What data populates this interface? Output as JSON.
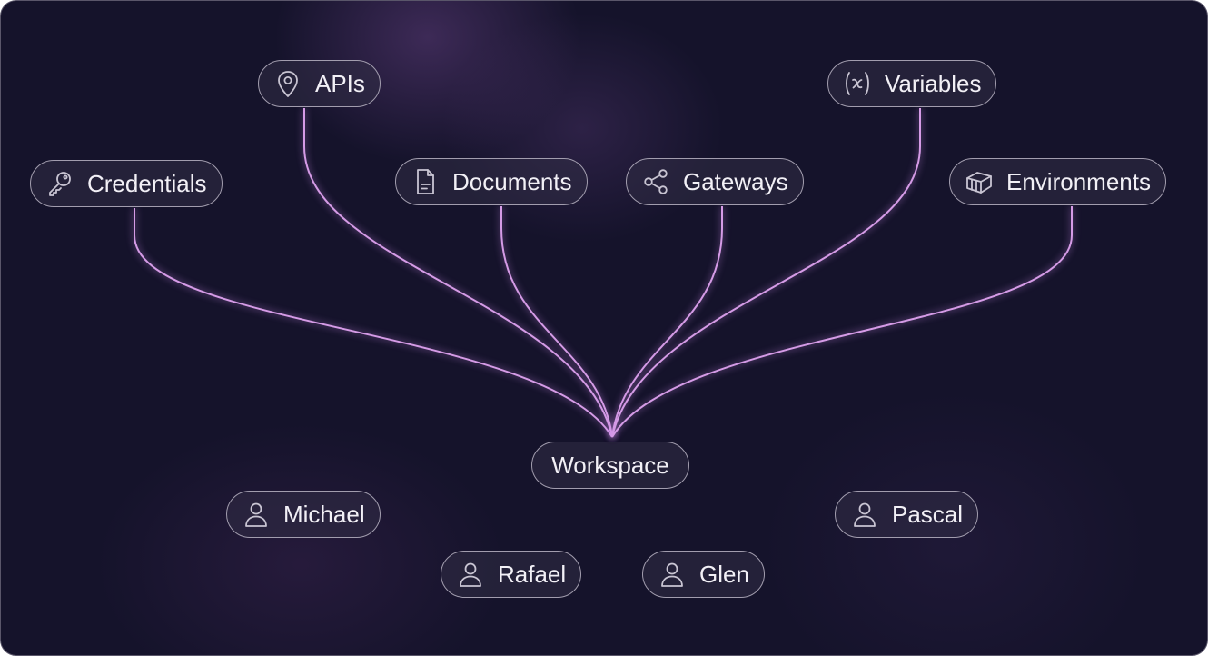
{
  "diagram": {
    "root": {
      "label": "Workspace"
    },
    "resources": [
      {
        "id": "credentials",
        "label": "Credentials",
        "icon": "key-icon"
      },
      {
        "id": "apis",
        "label": "APIs",
        "icon": "map-pin-icon"
      },
      {
        "id": "documents",
        "label": "Documents",
        "icon": "document-icon"
      },
      {
        "id": "gateways",
        "label": "Gateways",
        "icon": "share-nodes-icon"
      },
      {
        "id": "variables",
        "label": "Variables",
        "icon": "variable-x-icon"
      },
      {
        "id": "environments",
        "label": "Environments",
        "icon": "box-icon"
      }
    ],
    "members": [
      {
        "id": "michael",
        "label": "Michael",
        "icon": "user-icon"
      },
      {
        "id": "rafael",
        "label": "Rafael",
        "icon": "user-icon"
      },
      {
        "id": "glen",
        "label": "Glen",
        "icon": "user-icon"
      },
      {
        "id": "pascal",
        "label": "Pascal",
        "icon": "user-icon"
      }
    ],
    "colors": {
      "background": "#15132b",
      "link": "#d59be6",
      "node_border": "#a29dae",
      "text": "#f2f0f6"
    }
  }
}
